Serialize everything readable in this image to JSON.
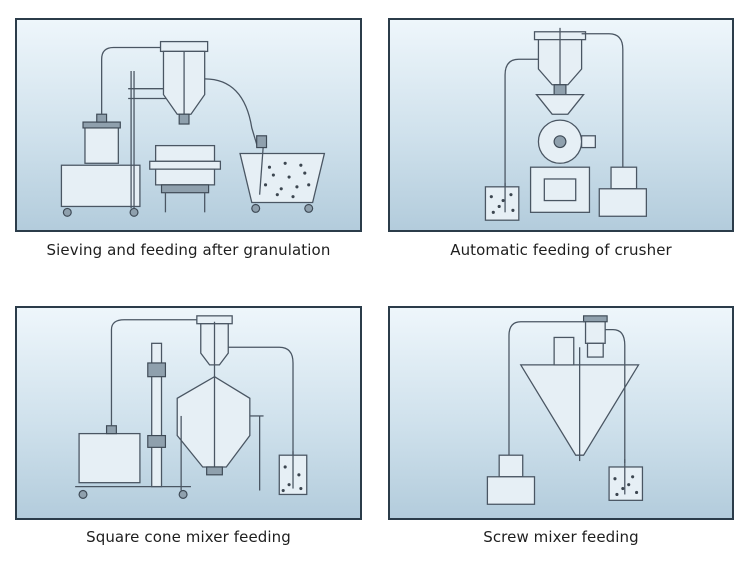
{
  "panels": [
    {
      "caption": "Sieving and feeding after granulation"
    },
    {
      "caption": "Automatic feeding of crusher"
    },
    {
      "caption": "Square cone mixer feeding"
    },
    {
      "caption": "Screw mixer feeding"
    }
  ],
  "colors": {
    "panel_top": "#eef6fb",
    "panel_bottom": "#b3ccdc",
    "border": "#2b3c4a",
    "line": "#4a5663"
  }
}
